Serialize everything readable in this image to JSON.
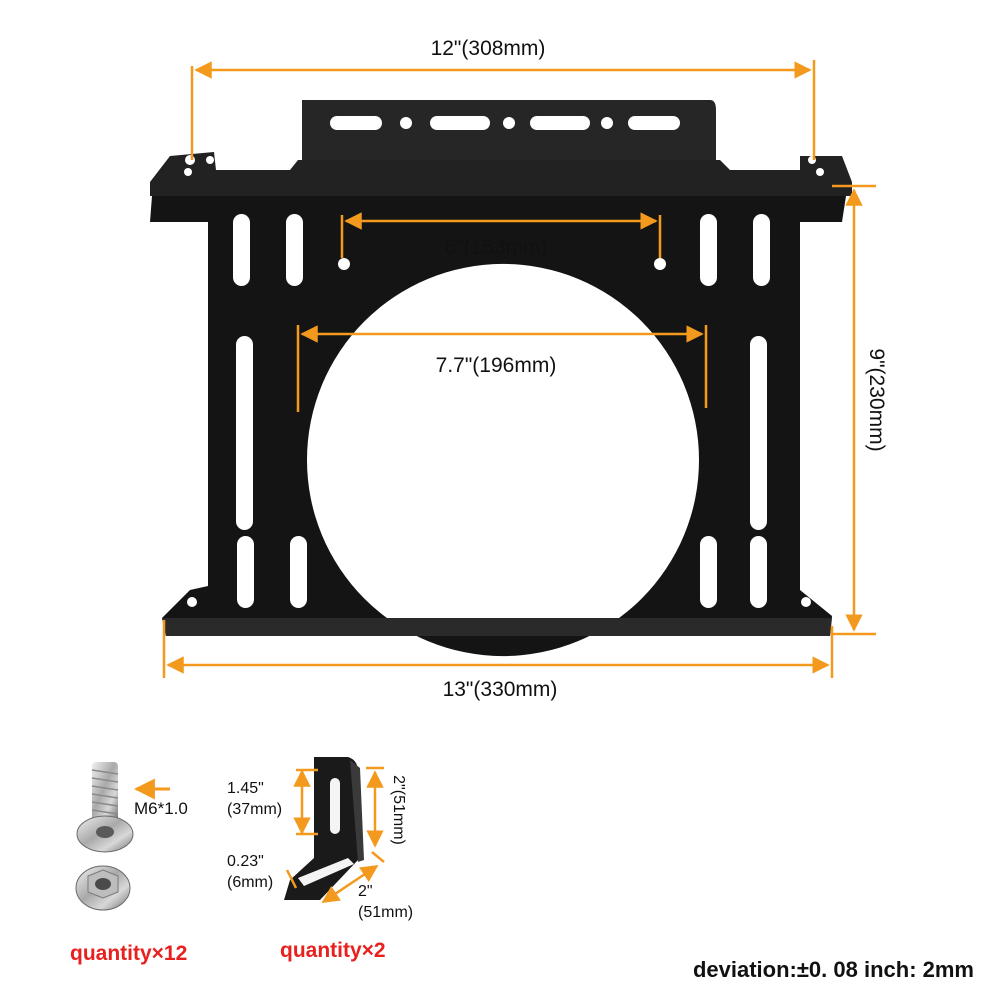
{
  "colors": {
    "dimension_line": "#F39A1E",
    "bracket": "#141414",
    "quantity_text": "#E8201E",
    "text": "#111111"
  },
  "main_bracket": {
    "width_top": "12\"(308mm)",
    "fan_holes": "6\"(153mm)",
    "fan_opening": "7.7\"(196mm)",
    "height": "9\"(230mm)",
    "width_bottom": "13\"(330mm)"
  },
  "screw": {
    "icon": "hex-socket-screw-icon",
    "nut_icon": "flange-nut-icon",
    "spec": "M6*1.0",
    "quantity": "quantity×12"
  },
  "l_bracket": {
    "icon": "l-bracket-icon",
    "slot_length_in": "1.45\"",
    "slot_length_mm": "(37mm)",
    "slot_width_in": "0.23\"",
    "slot_width_mm": "(6mm)",
    "height": "2\"(51mm)",
    "base_in": "2\"",
    "base_mm": "(51mm)",
    "quantity": "quantity×2"
  },
  "deviation": "deviation:±0. 08 inch: 2mm"
}
